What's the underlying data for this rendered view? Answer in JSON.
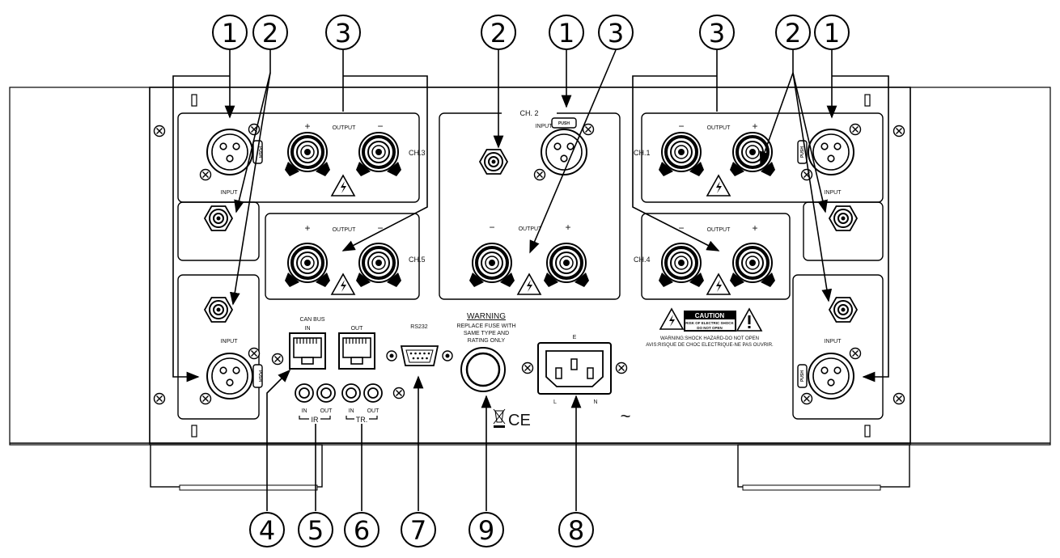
{
  "callouts": [
    "1",
    "2",
    "3",
    "4",
    "5",
    "6",
    "7",
    "8",
    "9"
  ],
  "labels": {
    "output": "OUTPUT",
    "input": "INPUT",
    "plus": "+",
    "minus": "−",
    "push": "PUSH",
    "ch1": "CH.1",
    "ch2": "CH. 2",
    "ch3": "CH.3",
    "ch4": "CH.4",
    "ch5": "CH.5",
    "can_bus": "CAN  BUS",
    "in": "IN",
    "out": "OUT",
    "ir": "IR",
    "tr": "TR.",
    "rs232": "RS232",
    "warning_title": "WARNING",
    "warning_line1": "REPLACE FUSE WITH",
    "warning_line2": "SAME TYPE AND",
    "warning_line3": "RATING ONLY",
    "caution": "CAUTION",
    "caution_sub1": "RISK OF ELECTRIC SHOCK",
    "caution_sub2": "DO NOT OPEN",
    "caution_text1": "WARNING:SHOCK HAZARD-DO NOT OPEN",
    "caution_text2": "AVIS:RISQUE DE CHOC ELECTRIQUE-NE PAS OUVRIR.",
    "mains_e": "E",
    "mains_l": "L",
    "mains_n": "N",
    "ac_symbol": "~",
    "ce_mark": "CE"
  }
}
